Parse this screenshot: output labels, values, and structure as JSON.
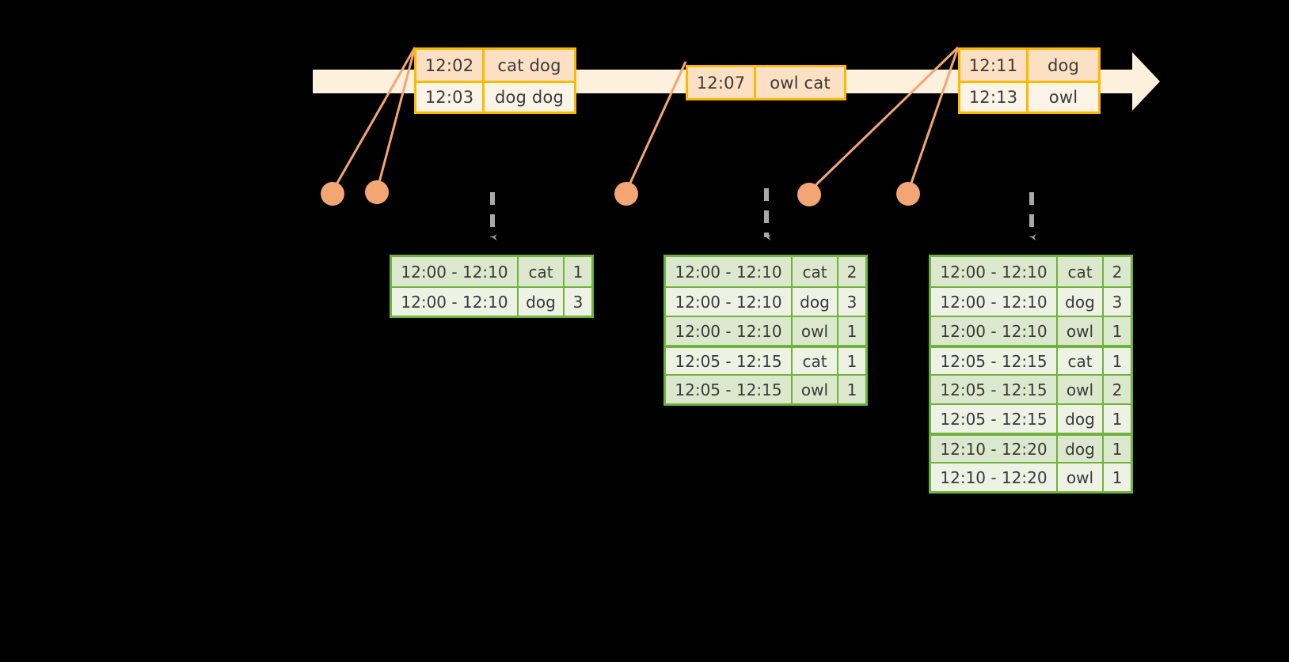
{
  "diagram": {
    "title": "session-windowing-event-aggregation",
    "colors": {
      "background": "#000000",
      "timeline_fill": "#FDF0DC",
      "timeline_border": "#FFB800",
      "event_dot": "#F3A673",
      "connector_line": "#F3A673",
      "table_border": "#6FB23C",
      "table_row_shade": "#DCE8CD",
      "table_row_plain": "#EDF2E5",
      "arrow_gray": "#A8A8A8"
    }
  },
  "timeline": {
    "name": "event-stream-timeline",
    "arrow_direction": "right",
    "event_groups": [
      {
        "name": "event-box-1",
        "rows": [
          {
            "time": "12:02",
            "value": "cat dog"
          },
          {
            "time": "12:03",
            "value": "dog dog"
          }
        ]
      },
      {
        "name": "event-box-2",
        "rows": [
          {
            "time": "12:07",
            "value": "owl cat"
          }
        ]
      },
      {
        "name": "event-box-3",
        "rows": [
          {
            "time": "12:11",
            "value": "dog"
          },
          {
            "time": "12:13",
            "value": "owl"
          }
        ]
      }
    ]
  },
  "event_dots": [
    {
      "name": "event-dot-1"
    },
    {
      "name": "event-dot-2"
    },
    {
      "name": "event-dot-3"
    },
    {
      "name": "event-dot-4"
    },
    {
      "name": "event-dot-5"
    }
  ],
  "result_tables": [
    {
      "name": "result-table-1",
      "rows": [
        {
          "window": "12:00 - 12:10",
          "key": "cat",
          "count": "1",
          "shade": true,
          "group_start": false
        },
        {
          "window": "12:00 - 12:10",
          "key": "dog",
          "count": "3",
          "shade": false,
          "group_start": false
        }
      ]
    },
    {
      "name": "result-table-2",
      "rows": [
        {
          "window": "12:00 - 12:10",
          "key": "cat",
          "count": "2",
          "shade": true,
          "group_start": false
        },
        {
          "window": "12:00 - 12:10",
          "key": "dog",
          "count": "3",
          "shade": false,
          "group_start": false
        },
        {
          "window": "12:00 - 12:10",
          "key": "owl",
          "count": "1",
          "shade": true,
          "group_start": false
        },
        {
          "window": "12:05 - 12:15",
          "key": "cat",
          "count": "1",
          "shade": false,
          "group_start": true
        },
        {
          "window": "12:05 - 12:15",
          "key": "owl",
          "count": "1",
          "shade": true,
          "group_start": false
        }
      ]
    },
    {
      "name": "result-table-3",
      "rows": [
        {
          "window": "12:00 - 12:10",
          "key": "cat",
          "count": "2",
          "shade": true,
          "group_start": false
        },
        {
          "window": "12:00 - 12:10",
          "key": "dog",
          "count": "3",
          "shade": false,
          "group_start": false
        },
        {
          "window": "12:00 - 12:10",
          "key": "owl",
          "count": "1",
          "shade": true,
          "group_start": false
        },
        {
          "window": "12:05 - 12:15",
          "key": "cat",
          "count": "1",
          "shade": false,
          "group_start": true
        },
        {
          "window": "12:05 - 12:15",
          "key": "owl",
          "count": "2",
          "shade": true,
          "group_start": false
        },
        {
          "window": "12:05 - 12:15",
          "key": "dog",
          "count": "1",
          "shade": false,
          "group_start": false
        },
        {
          "window": "12:10 - 12:20",
          "key": "dog",
          "count": "1",
          "shade": true,
          "group_start": true
        },
        {
          "window": "12:10 - 12:20",
          "key": "owl",
          "count": "1",
          "shade": false,
          "group_start": false
        }
      ]
    }
  ],
  "down_arrows": [
    {
      "name": "down-arrow-to-table-1"
    },
    {
      "name": "down-arrow-to-table-2"
    },
    {
      "name": "down-arrow-to-table-3"
    }
  ]
}
